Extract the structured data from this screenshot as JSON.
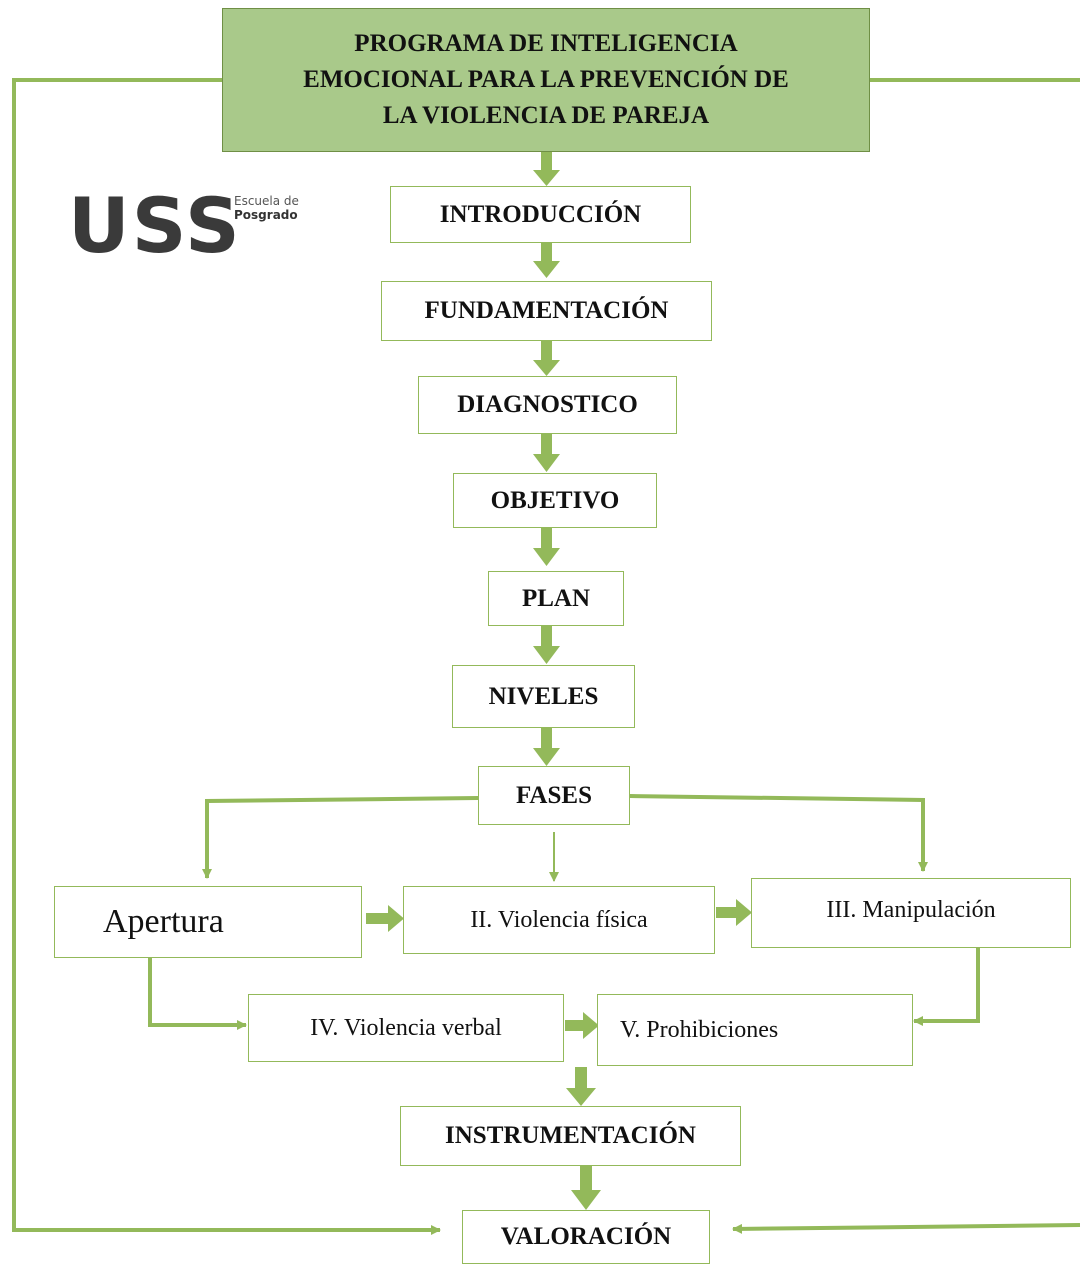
{
  "title": {
    "line1": "PROGRAMA DE INTELIGENCIA",
    "line2": "EMOCIONAL PARA LA PREVENCIÓN DE",
    "line3": "LA VIOLENCIA DE PAREJA"
  },
  "logo": {
    "mark": "USS",
    "top_text": "Escuela de",
    "bottom_text": "Posgrado"
  },
  "steps": {
    "introduccion": "INTRODUCCIÓN",
    "fundamentacion": "FUNDAMENTACIÓN",
    "diagnostico": "DIAGNOSTICO",
    "objetivo": "OBJETIVO",
    "plan": "PLAN",
    "niveles": "NIVELES",
    "fases": "FASES",
    "instrumentacion": "INSTRUMENTACIÓN",
    "valoracion": "VALORACIÓN"
  },
  "phases": {
    "apertura": "Apertura",
    "violencia_fisica": "II.  Violencia física",
    "manipulacion": "III.  Manipulación",
    "violencia_verbal": "IV.  Violencia verbal",
    "prohibiciones": "V. Prohibiciones"
  },
  "colors": {
    "connector": "#93b95a",
    "title_fill": "#a9c98a",
    "box_border": "#93b95a"
  }
}
